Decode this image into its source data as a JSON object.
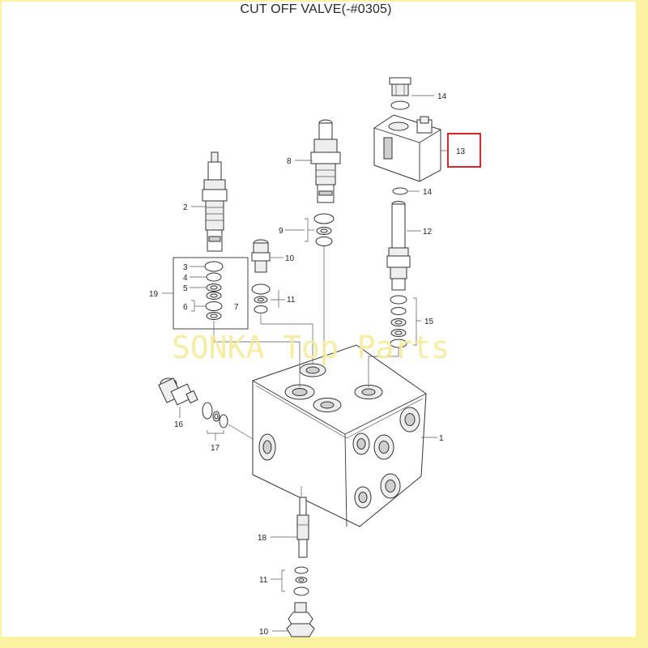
{
  "title": "CUT OFF VALVE(-#0305)",
  "watermark": "SONKA Top Parts",
  "highlight_color": "#d9262c",
  "frame_color": "#fbf3a2",
  "labels": {
    "l1": "1",
    "l2": "2",
    "l3": "3",
    "l4": "4",
    "l5": "5",
    "l6": "6",
    "l7": "7",
    "l8": "8",
    "l9": "9",
    "l10a": "10",
    "l10b": "10",
    "l11a": "11",
    "l11b": "11",
    "l12": "12",
    "l13": "13",
    "l14a": "14",
    "l14b": "14",
    "l15": "15",
    "l16": "16",
    "l17": "17",
    "l18": "18",
    "l19": "19"
  }
}
